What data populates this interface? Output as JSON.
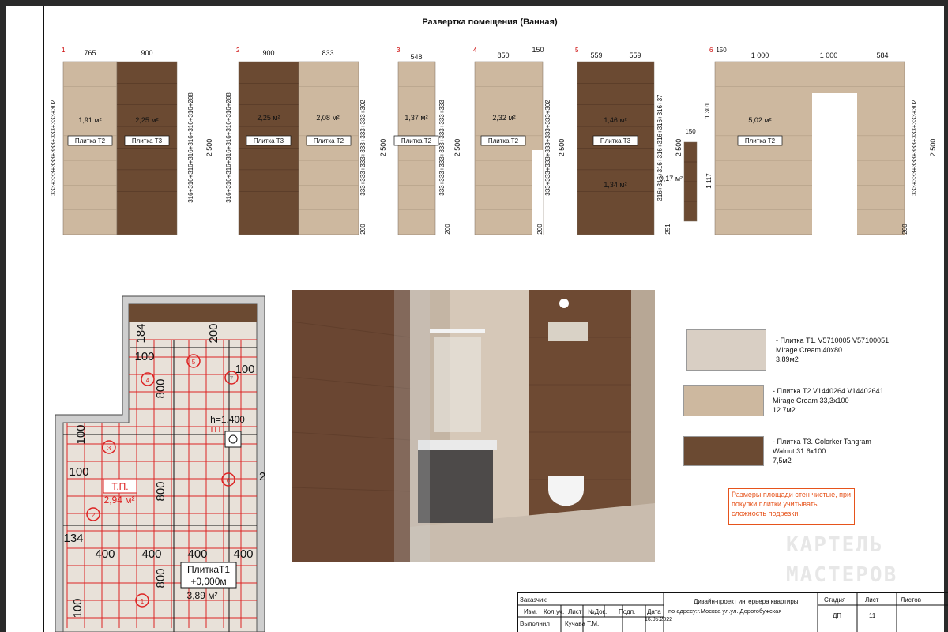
{
  "page": {
    "title": "Развертка помещения (Ванная)"
  },
  "elevations": [
    {
      "num": "1",
      "top_dims": [
        "765",
        "900"
      ],
      "areas": [
        "1,91 м²",
        "2,25 м²"
      ],
      "tiles": [
        "Плитка Т2",
        "Плитка Т3"
      ],
      "height": "2 500",
      "left_dims": "333+333+333+333+333+333+302",
      "right_dims": "316+316+316+316+316+316+316+288"
    },
    {
      "num": "2",
      "top_dims": [
        "900",
        "833"
      ],
      "areas": [
        "2,25 м²",
        "2,08 м²"
      ],
      "tiles": [
        "Плитка Т3",
        "Плитка Т2"
      ],
      "height": "2 500",
      "left_dims": "316+316+316+316+316+316+316+288",
      "right_dims": "333+333+333+333+333+333+302",
      "extra": "200"
    },
    {
      "num": "3",
      "top_dims": [
        "548"
      ],
      "areas": [
        "1,37 м²"
      ],
      "tiles": [
        "Плитка Т2"
      ],
      "height": "2 500",
      "right_dims": "333+333+333+333+333+333+333",
      "extra": "200"
    },
    {
      "num": "4",
      "top_dims": [
        "850",
        "150"
      ],
      "areas": [
        "2,32 м²"
      ],
      "tiles": [
        "Плитка Т2"
      ],
      "height": "2 500",
      "right_dims": "333+333+333+333+333+333+302",
      "extra": "200"
    },
    {
      "num": "5",
      "top_dims": [
        "559",
        "559"
      ],
      "areas": [
        "1,46 м²",
        "1,34 м²"
      ],
      "tiles": [
        "Плитка Т3"
      ],
      "height": "2 500",
      "right_dims": "316+316+316+316+316+316+316+37",
      "extra": "251",
      "column_area": "0,17 м²",
      "column_width": "150",
      "column_height": "1 117"
    },
    {
      "num": "6",
      "top_dims": [
        "150",
        "1 000",
        "1 000",
        "584"
      ],
      "areas": [
        "5,02 м²"
      ],
      "tiles": [
        "Плитка Т2"
      ],
      "height": "2 500",
      "left_dims": "1 301",
      "right_dims": "333+333+333+333+333+333+302",
      "extra": "200"
    }
  ],
  "plan": {
    "dims": [
      "184",
      "200",
      "100",
      "100",
      "100",
      "100",
      "134",
      "400",
      "400",
      "400",
      "400",
      "800",
      "800",
      "800",
      "100",
      "2"
    ],
    "label_tp": "Т.П.",
    "area_tp": "2,94 м²",
    "label_h": "h=1.400",
    "label_tp2": "ТП",
    "label_tile": "ПлиткаТ1",
    "label_level": "+0,000м",
    "area_main": "3,89 м²",
    "markers": [
      "1",
      "2",
      "3",
      "4",
      "5",
      "6",
      "7"
    ]
  },
  "legend": [
    {
      "lines": [
        "- Плитка Т1. V5710005 V57100051",
        "Mirage Cream 40x80",
        "3,89м2"
      ],
      "color": "#d9cfc4"
    },
    {
      "lines": [
        "- Плитка Т2.V1440264 V14402641",
        "Mirage Cream 33,3x100",
        "12.7м2."
      ],
      "color": "#cdb89f"
    },
    {
      "lines": [
        "- Плитка Т3. Colorker Tangram",
        "Walnut 31.6x100",
        "7,5м2"
      ],
      "color": "#6b4a32"
    }
  ],
  "note": "Размеры площади стен чистые, при покупки плитки учитывать сложность подрезки!",
  "title_block": {
    "customer_label": "Заказчик:",
    "cols": [
      "Изм.",
      "Кол.уч.",
      "Лист",
      "№Док.",
      "Подп.",
      "Дата"
    ],
    "performed_label": "Выполнил",
    "performer": "Кучава Т.М.",
    "date": "16.05.2022",
    "project": "Дизайн-проект интерьера квартиры",
    "address": "по адресу:г.Москва ул.ул. Дорогобужская",
    "stage_label": "Стадия",
    "sheet_label": "Лист",
    "sheets_label": "Листов",
    "stage": "ДП",
    "sheet": "11",
    "sheets": ""
  },
  "watermark": [
    "КАРТЕЛЬ",
    "МАСТЕРОВ"
  ]
}
